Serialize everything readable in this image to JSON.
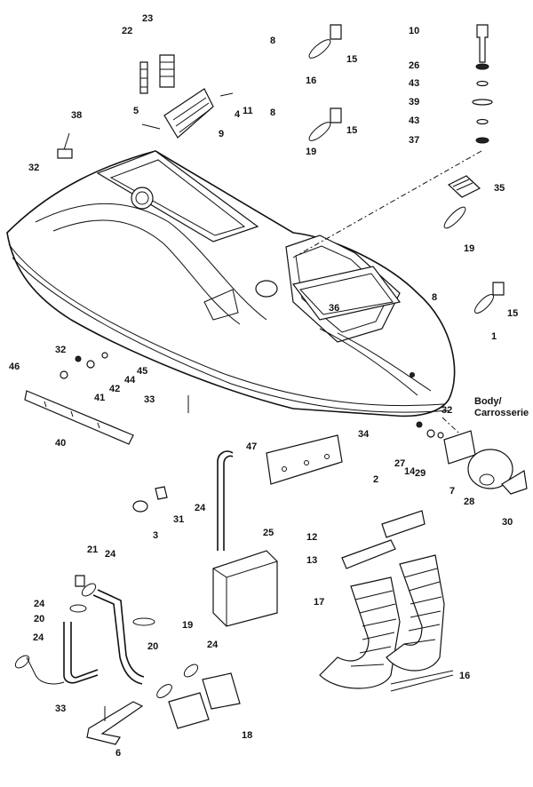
{
  "caption": {
    "line1": "Body/",
    "line2": "Carrosserie"
  },
  "callouts": {
    "c22": "22",
    "c23": "23",
    "c8a": "8",
    "c15a": "15",
    "c16a": "16",
    "c10": "10",
    "c26": "26",
    "c43a": "43",
    "c39": "39",
    "c43b": "43",
    "c37": "37",
    "c5": "5",
    "c4": "4",
    "c11": "11",
    "c9": "9",
    "c8b": "8",
    "c15b": "15",
    "c19a": "19",
    "c38": "38",
    "c32a": "32",
    "c35": "35",
    "c19b": "19",
    "c8c": "8",
    "c15c": "15",
    "c1": "1",
    "c36": "36",
    "c32b": "32",
    "c45": "45",
    "c44": "44",
    "c42": "42",
    "c41": "41",
    "c46": "46",
    "c33a": "33",
    "c40": "40",
    "c32c": "32",
    "c34": "34",
    "c27": "27",
    "c14": "14",
    "c29": "29",
    "c7": "7",
    "c28": "28",
    "c30": "30",
    "c47": "47",
    "c2": "2",
    "c24a": "24",
    "c3": "3",
    "c31": "31",
    "c25": "25",
    "c12": "12",
    "c13": "13",
    "c17": "17",
    "c21": "21",
    "c24b": "24",
    "c24c": "24",
    "c20a": "20",
    "c19c": "19",
    "c24d": "24",
    "c20b": "20",
    "c24e": "24",
    "c33b": "33",
    "c6": "6",
    "c18": "18",
    "c16b": "16"
  }
}
